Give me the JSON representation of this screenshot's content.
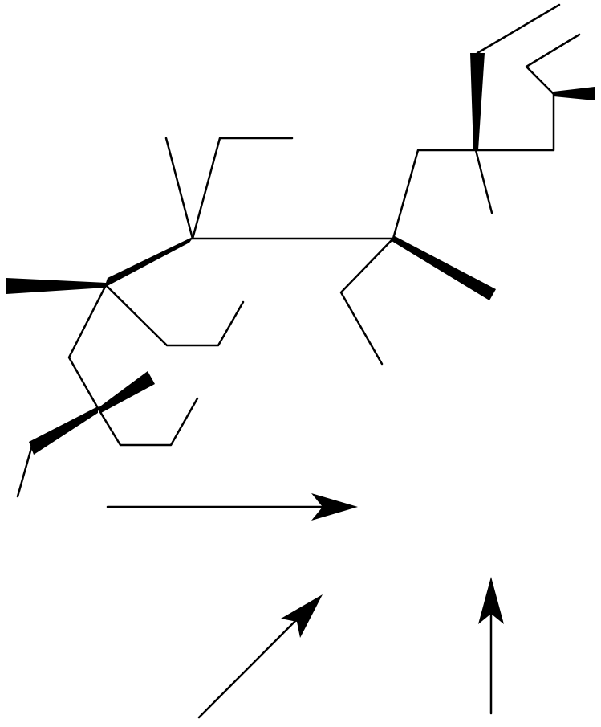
{
  "diagram": {
    "kind": "skeletal-structure-with-reaction-arrows",
    "colors": {
      "ink": "#000000",
      "background": "#ffffff"
    },
    "molecule": {
      "labels": []
    },
    "arrows": [
      {
        "name": "reaction-arrow-horizontal",
        "direction": "right"
      },
      {
        "name": "reaction-arrow-diagonal",
        "direction": "up-right"
      },
      {
        "name": "reaction-arrow-vertical",
        "direction": "up"
      }
    ]
  }
}
